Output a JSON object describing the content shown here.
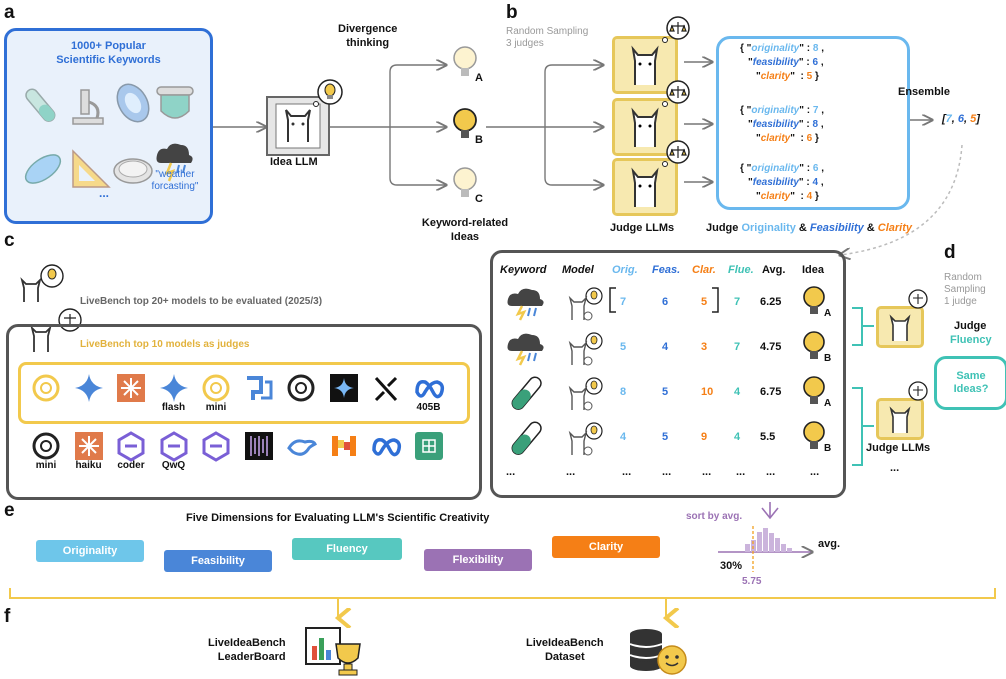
{
  "panels": {
    "a": "a",
    "b": "b",
    "c": "c",
    "d": "d",
    "e": "e",
    "f": "f"
  },
  "keywords_box": {
    "title_line1": "1000+ Popular",
    "title_line2": "Scientific Keywords",
    "example_line1": "\"weather",
    "example_line2": "forcasting\"",
    "ellipsis": "..."
  },
  "divergence": {
    "line1": "Divergence",
    "line2": "thinking"
  },
  "idea_llm": "Idea LLM",
  "ideas": {
    "a": "A",
    "b": "B",
    "c": "C",
    "caption_line1": "Keyword-related",
    "caption_line2": "Ideas"
  },
  "sampling": {
    "line1": "Random Sampling",
    "line2": "3 judges"
  },
  "judge_llms": "Judge LLMs",
  "scores": [
    {
      "o": "8",
      "f": "6",
      "c": "5"
    },
    {
      "o": "7",
      "f": "8",
      "c": "6"
    },
    {
      "o": "6",
      "f": "4",
      "c": "4"
    }
  ],
  "score_keys": {
    "o": "originality",
    "f": "feasibility",
    "c": "clarity"
  },
  "ensemble": {
    "label": "Ensemble",
    "result_o": "7",
    "result_f": "6",
    "result_c": "5"
  },
  "judge_caption": {
    "prefix": "Judge ",
    "originality": "Originality",
    "and1": " & ",
    "feasibility": "Feasibility",
    "and2": " & ",
    "clarity": "Clarity"
  },
  "livebench": {
    "evaluated": "LiveBench top 20+ models to be evaluated (2025/3)",
    "judges": "LiveBench top 10 models as judges"
  },
  "judge_models": [
    {
      "icon": "openai-flower-icon",
      "label": ""
    },
    {
      "icon": "gemini-star-icon",
      "label": ""
    },
    {
      "icon": "claude-burst-icon",
      "label": ""
    },
    {
      "icon": "gemini-star-icon",
      "label": "flash"
    },
    {
      "icon": "openai-flower-icon",
      "label": "mini"
    },
    {
      "icon": "deepseek-icon",
      "label": ""
    },
    {
      "icon": "openai-knot-icon",
      "label": ""
    },
    {
      "icon": "gemini-dark-icon",
      "label": ""
    },
    {
      "icon": "xai-icon",
      "label": ""
    },
    {
      "icon": "meta-infinity-icon",
      "label": "405B"
    }
  ],
  "eval_models": [
    {
      "icon": "openai-knot-icon",
      "label": "mini"
    },
    {
      "icon": "claude-burst-icon",
      "label": "haiku"
    },
    {
      "icon": "qwen-icon",
      "label": "coder"
    },
    {
      "icon": "qwen-icon",
      "label": "QwQ"
    },
    {
      "icon": "qwen-icon",
      "label": ""
    },
    {
      "icon": "gemma-icon",
      "label": ""
    },
    {
      "icon": "deepseek-whale-icon",
      "label": ""
    },
    {
      "icon": "mistral-icon",
      "label": ""
    },
    {
      "icon": "meta-infinity-icon",
      "label": ""
    },
    {
      "icon": "nvidia-icon",
      "label": ""
    }
  ],
  "table": {
    "headers": {
      "keyword": "Keyword",
      "model": "Model",
      "orig": "Orig.",
      "feas": "Feas.",
      "clar": "Clar.",
      "flue": "Flue.",
      "avg": "Avg.",
      "idea": "Idea"
    },
    "rows": [
      {
        "kw": "weather",
        "o": "7",
        "f": "6",
        "c": "5",
        "fl": "7",
        "avg": "6.25",
        "idea": "A"
      },
      {
        "kw": "weather",
        "o": "5",
        "f": "4",
        "c": "3",
        "fl": "7",
        "avg": "4.75",
        "idea": "B"
      },
      {
        "kw": "tube",
        "o": "8",
        "f": "5",
        "c": "10",
        "fl": "4",
        "avg": "6.75",
        "idea": "A"
      },
      {
        "kw": "tube",
        "o": "4",
        "f": "5",
        "c": "9",
        "fl": "4",
        "avg": "5.5",
        "idea": "B"
      }
    ],
    "ellipsis": "..."
  },
  "panel_d": {
    "sampling_line1": "Random",
    "sampling_line2": "Sampling",
    "sampling_line3": "1 judge",
    "judge": "Judge",
    "fluency": "Fluency",
    "same_line1": "Same",
    "same_line2": "Ideas?",
    "judge_llms": "Judge LLMs",
    "ellipsis": "..."
  },
  "dimensions": {
    "title": "Five Dimensions for Evaluating LLM's Scientific Creativity",
    "items": [
      {
        "label": "Originality",
        "color": "#6ec6ea"
      },
      {
        "label": "Feasibility",
        "color": "#4a86d8"
      },
      {
        "label": "Fluency",
        "color": "#57c8c0"
      },
      {
        "label": "Flexibility",
        "color": "#9b72b4"
      },
      {
        "label": "Clarity",
        "color": "#f57f16"
      }
    ]
  },
  "histogram": {
    "sort_label": "sort by avg.",
    "avg_label": "avg.",
    "pct": "30%",
    "threshold": "5.75"
  },
  "outputs": {
    "leaderboard_line1": "LiveIdeaBench",
    "leaderboard_line2": "LeaderBoard",
    "dataset_line1": "LiveIdeaBench",
    "dataset_line2": "Dataset"
  },
  "colors": {
    "keyword_border": "#2f6fd6",
    "keyword_fill": "#e9f1fb",
    "judge_fill": "#f7e9b0",
    "judge_border": "#e6c75a",
    "score_border": "#6ab8ee",
    "teal": "#3fc2b5",
    "orig": "#6ab8ee",
    "feas": "#2f6fd6",
    "clar": "#f57f16",
    "gray_border": "#555555",
    "yellow": "#f2c94c"
  }
}
